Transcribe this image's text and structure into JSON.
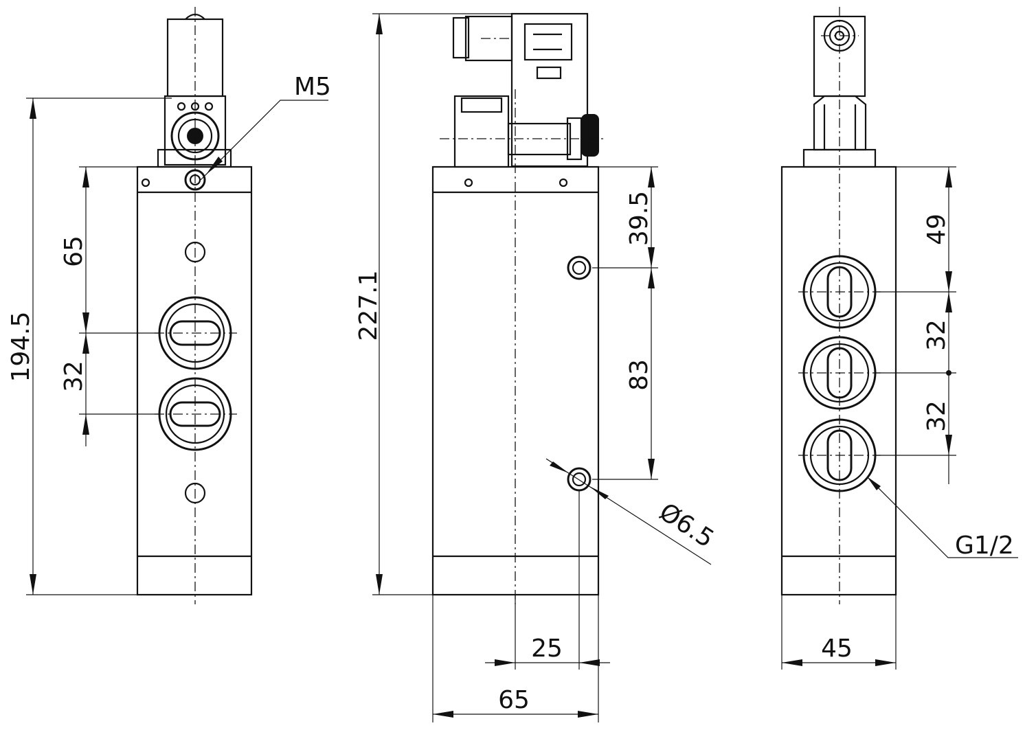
{
  "dimensions": {
    "front_total_height": "194.5",
    "front_top_to_port": "65",
    "front_port_pitch": "32",
    "front_thread": "M5",
    "side_total_height": "227.1",
    "side_top_to_hole": "39.5",
    "side_hole_pitch": "83",
    "side_hole_diameter": "Ø6.5",
    "side_hole_offset": "25",
    "side_width": "65",
    "back_top_to_port": "49",
    "back_port_pitch_1": "32",
    "back_port_pitch_2": "32",
    "back_thread": "G1/2",
    "back_width": "45"
  }
}
